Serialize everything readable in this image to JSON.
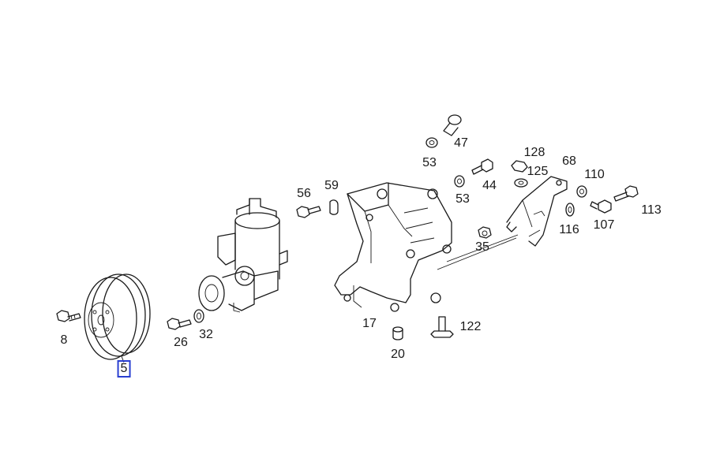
{
  "callouts": [
    {
      "id": "p8",
      "label": "8"
    },
    {
      "id": "p5",
      "label": "5"
    },
    {
      "id": "p26",
      "label": "26"
    },
    {
      "id": "p32",
      "label": "32"
    },
    {
      "id": "p56",
      "label": "56"
    },
    {
      "id": "p59",
      "label": "59"
    },
    {
      "id": "p17",
      "label": "17"
    },
    {
      "id": "p20",
      "label": "20"
    },
    {
      "id": "p122",
      "label": "122"
    },
    {
      "id": "p47",
      "label": "47"
    },
    {
      "id": "p53a",
      "label": "53"
    },
    {
      "id": "p53b",
      "label": "53"
    },
    {
      "id": "p44",
      "label": "44"
    },
    {
      "id": "p35",
      "label": "35"
    },
    {
      "id": "p128",
      "label": "128"
    },
    {
      "id": "p125",
      "label": "125"
    },
    {
      "id": "p68",
      "label": "68"
    },
    {
      "id": "p110",
      "label": "110"
    },
    {
      "id": "p113",
      "label": "113"
    },
    {
      "id": "p116",
      "label": "116"
    },
    {
      "id": "p107",
      "label": "107"
    }
  ],
  "colors": {
    "line": "#1a1a1a",
    "selection": "#2a3fd0",
    "background": "#ffffff"
  }
}
